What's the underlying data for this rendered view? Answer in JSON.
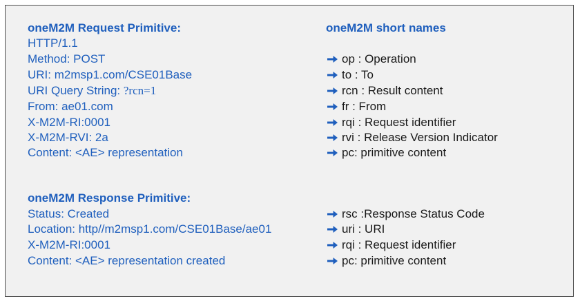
{
  "colors": {
    "text_blue": "#1f5fbd",
    "arrow_blue": "#1f5fbd",
    "text_dark": "#1a1a1a",
    "panel_bg": "#f1f1f1",
    "border": "#4a4a4a"
  },
  "request": {
    "title": "oneM2M Request Primitive:",
    "lines": [
      "HTTP/1.1",
      "Method: POST",
      "URI: m2msp1.com/CSE01Base",
      "URI Query String: ",
      "From: ae01.com",
      "X-M2M-RI:0001",
      "X-M2M-RVI: 2a",
      "Content: <AE> representation"
    ],
    "query_value": "?rcn=1"
  },
  "response": {
    "title": "oneM2M Response Primitive:",
    "lines": [
      "Status: Created",
      "Location: http//m2msp1.com/CSE01Base/ae01",
      "X-M2M-RI:0001",
      "Content: <AE> representation created"
    ]
  },
  "short_names": {
    "title": "oneM2M short names",
    "request_items": [
      "op : Operation",
      "to : To",
      "rcn : Result content",
      "fr : From",
      "rqi : Request identifier",
      "rvi : Release Version Indicator",
      "pc: primitive content"
    ],
    "response_items": [
      "rsc :Response Status Code",
      "uri :  URI",
      "rqi : Request identifier",
      "pc: primitive content"
    ],
    "arrow_icon": "right-arrow-icon"
  }
}
